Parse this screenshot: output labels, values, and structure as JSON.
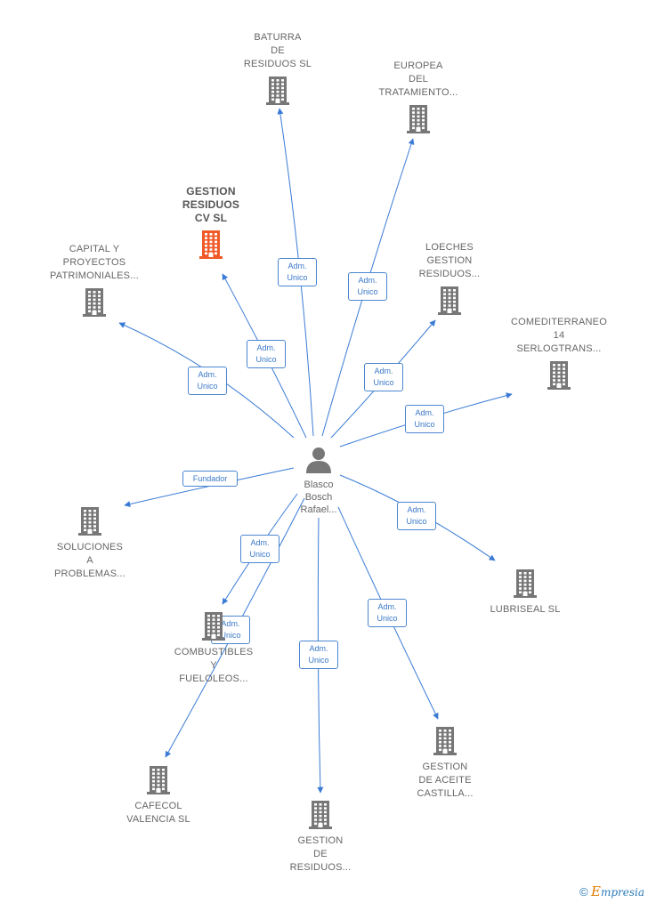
{
  "colors": {
    "edge": "#3a7bd5",
    "building": "#777777",
    "building_highlight": "#f05a28",
    "person": "#777777"
  },
  "center": {
    "name": "Blasco\nBosch\nRafael..."
  },
  "nodes": [
    {
      "id": "baturra",
      "label": "BATURRA\nDE\nRESIDUOS  SL",
      "highlight": false
    },
    {
      "id": "europea",
      "label": "EUROPEA\nDEL\nTRATAMIENTO...",
      "highlight": false
    },
    {
      "id": "gestion-cv",
      "label": "GESTION\nRESIDUOS\nCV  SL",
      "highlight": true
    },
    {
      "id": "capital",
      "label": "CAPITAL Y\nPROYECTOS\nPATRIMONIALES...",
      "highlight": false
    },
    {
      "id": "loeches",
      "label": "LOECHES\nGESTION\nRESIDUOS...",
      "highlight": false
    },
    {
      "id": "comediterraneo",
      "label": "COMEDITERRANEO\n14\nSERLOGTRANS...",
      "highlight": false
    },
    {
      "id": "soluciones",
      "label": "SOLUCIONES\nA\nPROBLEMAS...",
      "highlight": false
    },
    {
      "id": "lubriseal",
      "label": "LUBRISEAL  SL",
      "highlight": false
    },
    {
      "id": "combustibles",
      "label": "COMBUSTIBLES\nY\nFUELOLEOS...",
      "highlight": false
    },
    {
      "id": "gestion-aceite",
      "label": "GESTION\nDE ACEITE\nCASTILLA...",
      "highlight": false
    },
    {
      "id": "cafecol",
      "label": "CAFECOL\nVALENCIA  SL",
      "highlight": false
    },
    {
      "id": "gestion-residuos",
      "label": "GESTION\nDE\nRESIDUOS...",
      "highlight": false
    }
  ],
  "edges": [
    {
      "to": "baturra",
      "label": "Adm.\nUnico"
    },
    {
      "to": "europea",
      "label": "Adm.\nUnico"
    },
    {
      "to": "gestion-cv",
      "label": "Adm.\nUnico"
    },
    {
      "to": "capital",
      "label": "Adm.\nUnico"
    },
    {
      "to": "loeches",
      "label": "Adm.\nUnico"
    },
    {
      "to": "comediterraneo",
      "label": "Adm.\nUnico"
    },
    {
      "to": "soluciones",
      "label": "Fundador"
    },
    {
      "to": "lubriseal",
      "label": "Adm.\nUnico"
    },
    {
      "to": "combustibles",
      "label": "Adm.\nUnico"
    },
    {
      "to": "gestion-aceite",
      "label": "Adm.\nUnico"
    },
    {
      "to": "cafecol",
      "label": "Adm.\nUnico"
    },
    {
      "to": "gestion-residuos",
      "label": "Adm.\nUnico"
    }
  ],
  "footer": {
    "copyright": "©",
    "brand_first": "E",
    "brand_rest": "mpresia"
  }
}
